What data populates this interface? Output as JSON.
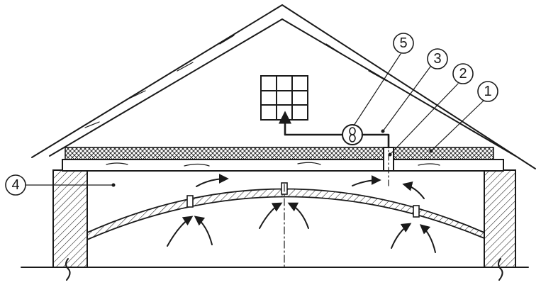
{
  "callouts": [
    {
      "id": "1",
      "label": "1"
    },
    {
      "id": "2",
      "label": "2"
    },
    {
      "id": "3",
      "label": "3"
    },
    {
      "id": "4",
      "label": "4"
    },
    {
      "id": "5",
      "label": "5"
    }
  ],
  "colors": {
    "ink": "#1a1a1a",
    "background": "#ffffff"
  }
}
